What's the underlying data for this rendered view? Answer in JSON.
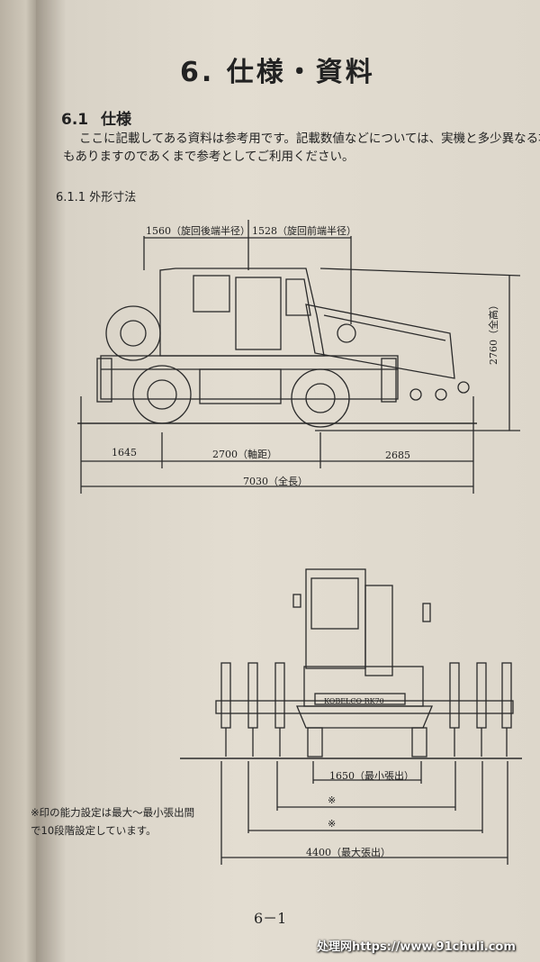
{
  "chapter_title": "6. 仕様・資料",
  "section": {
    "number": "6.1",
    "title": "仕様"
  },
  "paragraph": {
    "line1": "ここに記載してある資料は参考用です。記載数値などについては、実機と多少異なる場合",
    "line2": "もありますのであくまで参考としてご利用ください。"
  },
  "subsection": "6.1.1 外形寸法",
  "side_view": {
    "rear_slew_radius": "1560（旋回後端半径）",
    "front_slew_radius": "1528（旋回前端半径）",
    "total_height": "2760（全高）",
    "rear_overhang": "1645",
    "wheelbase": "2700（軸距）",
    "front_overhang": "2685",
    "total_length": "7030（全長）"
  },
  "front_view": {
    "brand_plate": "KOBELCO RK70",
    "min_extension": "1650（最小張出）",
    "mid_mark_1": "※",
    "mid_mark_2": "※",
    "max_extension": "4400（最大張出）"
  },
  "note": "※印の能力設定は最大〜最小張出間で10段階設定しています。",
  "page_number": "6－1",
  "watermark": "处理网https://www.91chuli.com",
  "colors": {
    "paper": "#e3ddd1",
    "ink": "#222222"
  }
}
